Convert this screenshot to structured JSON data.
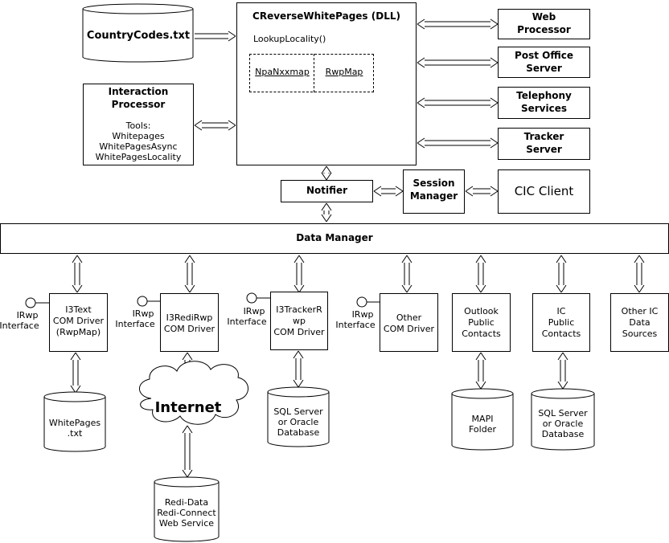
{
  "country_codes": "CountryCodes.txt",
  "dll": {
    "title": "CReverseWhitePages (DLL)",
    "method": "LookupLocality()",
    "maps": [
      "NpaNxxmap",
      "RwpMap"
    ]
  },
  "interaction_processor": {
    "title_lines": [
      "Interaction",
      "Processor"
    ],
    "tools_lines": [
      "Tools:",
      "Whitepages",
      "WhitePagesAsync",
      "WhitePagesLocality"
    ]
  },
  "servers": [
    [
      "Web",
      "Processor"
    ],
    [
      "Post Office",
      "Server"
    ],
    [
      "Telephony",
      "Services"
    ],
    [
      "Tracker",
      "Server"
    ]
  ],
  "notifier": "Notifier",
  "session_manager": [
    "Session",
    "Manager"
  ],
  "cic_client": "CIC Client",
  "data_manager": "Data Manager",
  "interface_label": [
    "IRwp",
    "Interface"
  ],
  "drivers": [
    [
      "I3Text",
      "COM Driver",
      "(RwpMap)"
    ],
    [
      "I3RediRwp",
      "COM Driver"
    ],
    [
      "I3TrackerR",
      "wp",
      "COM Driver"
    ],
    [
      "Other",
      "COM Driver"
    ],
    [
      "Outlook",
      "Public",
      "Contacts"
    ],
    [
      "IC",
      "Public",
      "Contacts"
    ],
    [
      "Other IC",
      "Data",
      "Sources"
    ]
  ],
  "stores": {
    "whitepages": [
      "WhitePages",
      ".txt"
    ],
    "sql1": [
      "SQL Server",
      "or Oracle",
      "Database"
    ],
    "mapi": [
      "MAPI",
      "Folder"
    ],
    "sql2": [
      "SQL Server",
      "or Oracle",
      "Database"
    ],
    "redi": [
      "Redi-Data",
      "Redi-Connect",
      "Web Service"
    ]
  },
  "internet": "Internet"
}
